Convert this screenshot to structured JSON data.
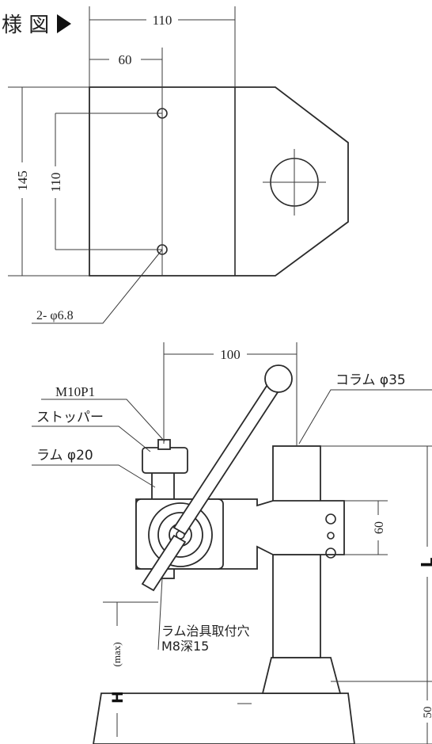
{
  "header": {
    "title": "様 図",
    "arrow_icon": "triangle-right-icon"
  },
  "top_view": {
    "dim_width": "110",
    "dim_hole_offset": "60",
    "dim_height": "145",
    "dim_hole_pitch": "110",
    "hole_note": "2- φ6.8"
  },
  "side_view": {
    "dim_ram_to_column": "100",
    "dim_head_height": "60",
    "label_thread": "M10P1",
    "label_stopper": "ストッパー",
    "label_ram": "ラム φ20",
    "label_column": "コラム φ35",
    "label_L": "L",
    "label_H": "H",
    "label_H_sub": "(max)",
    "label_jig_line1": "ラム治具取付穴",
    "label_jig_line2": "M8深15",
    "dim_base": "50"
  },
  "colors": {
    "line": "#2a2a2a",
    "background": "#ffffff"
  }
}
